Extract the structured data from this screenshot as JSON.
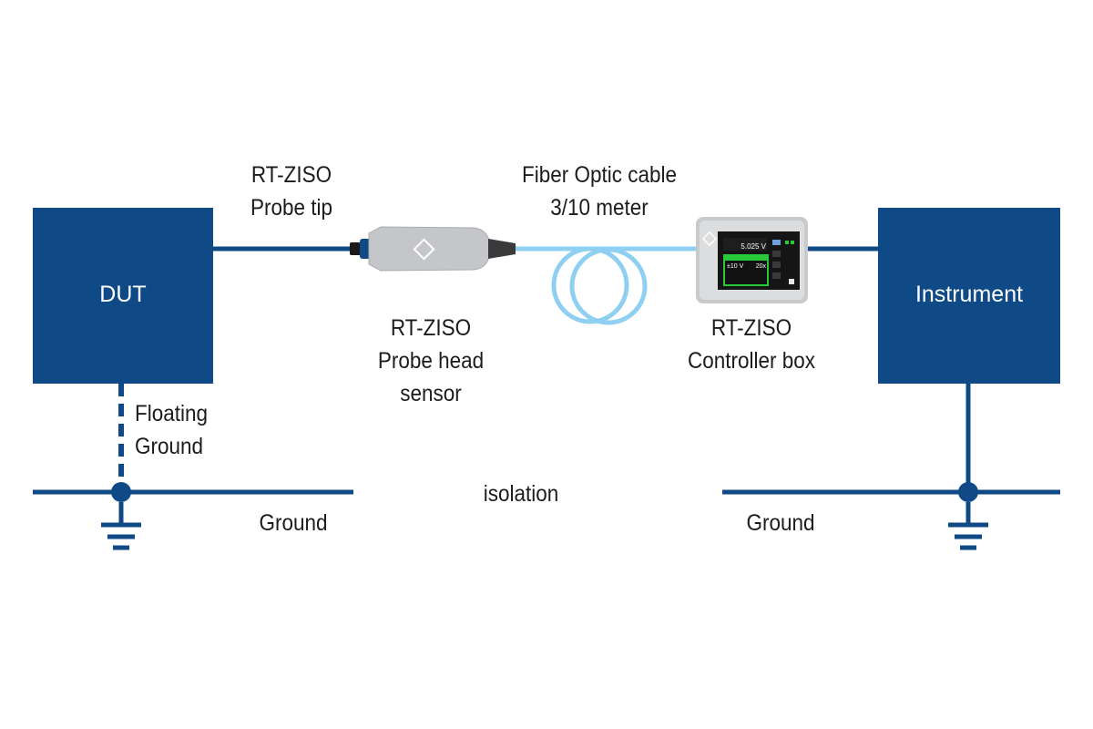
{
  "blocks": {
    "dut": "DUT",
    "instrument": "Instrument"
  },
  "labels": {
    "probe_tip": [
      "RT-ZISO",
      "Probe tip"
    ],
    "fiber_cable": [
      "Fiber Optic cable",
      "3/10 meter"
    ],
    "probe_head": [
      "RT-ZISO",
      "Probe head",
      "sensor"
    ],
    "controller_box": [
      "RT-ZISO",
      "Controller box"
    ],
    "floating_ground": [
      "Floating",
      "Ground"
    ],
    "isolation": "isolation",
    "ground_left": "Ground",
    "ground_right": "Ground"
  },
  "controller_screen": {
    "reading": "5.025 V",
    "range": "±10 V",
    "gain": "20x"
  },
  "colors": {
    "dark_blue": "#0f4a87",
    "light_blue": "#8fd0f2",
    "probe_gray": "#c4c6c9",
    "screen_green": "#27c83a"
  }
}
